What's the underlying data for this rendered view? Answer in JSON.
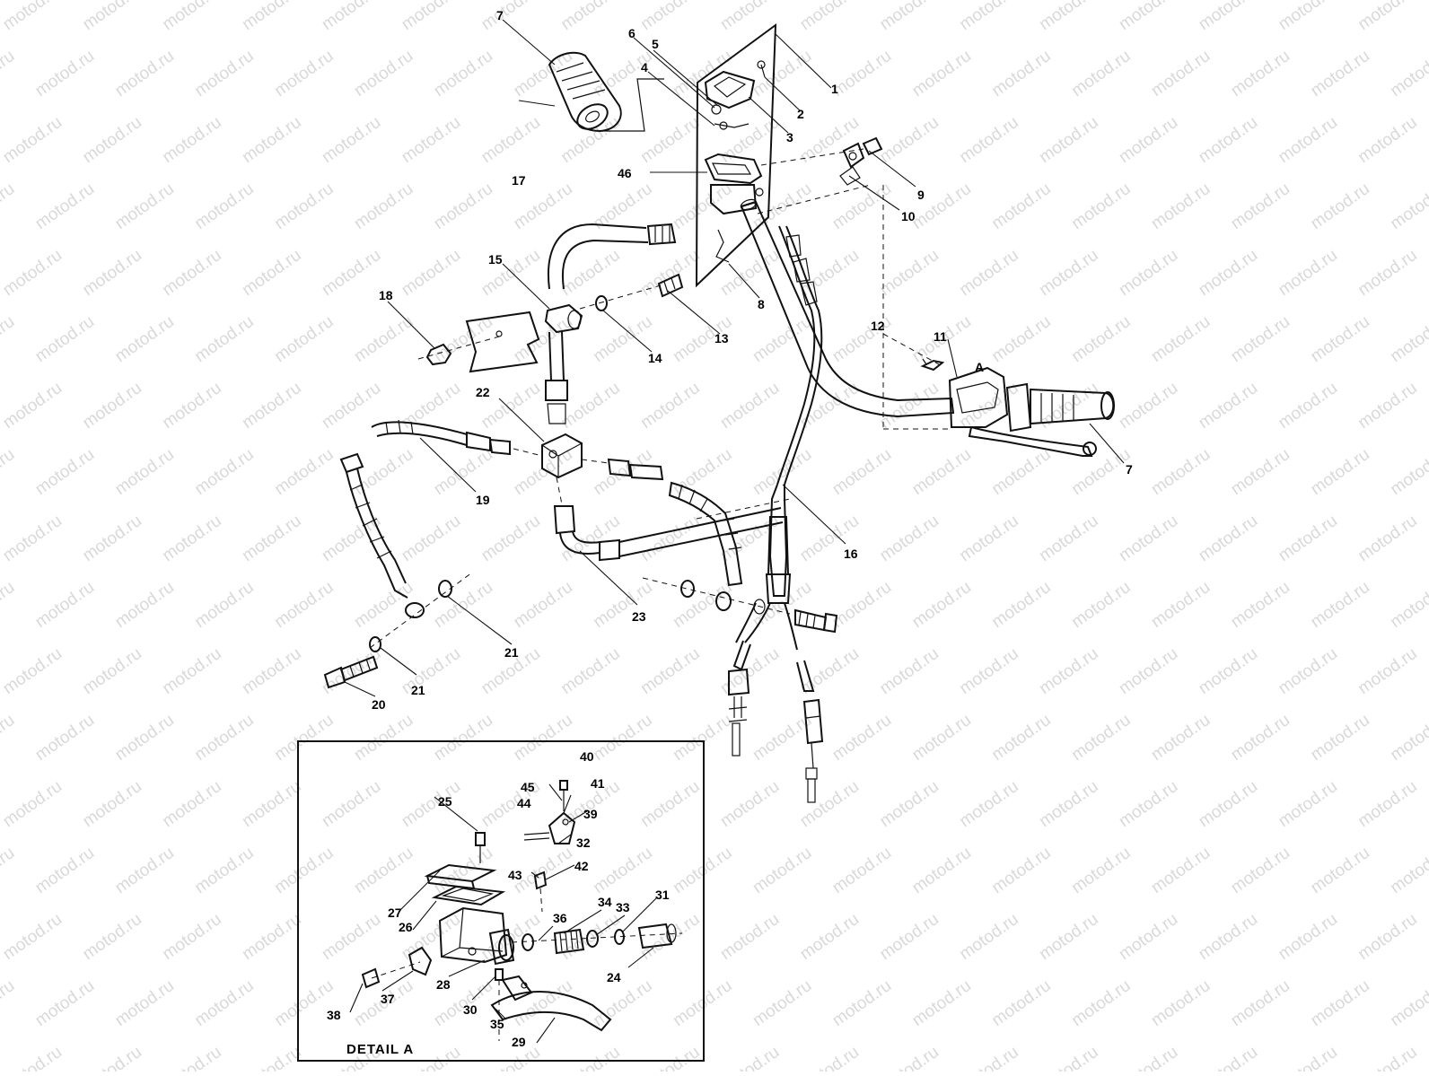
{
  "watermark": {
    "text": "motod.ru"
  },
  "detail": {
    "title": "DETAIL A",
    "marker": "A"
  },
  "callouts": [
    {
      "id": "c1",
      "num": "1"
    },
    {
      "id": "c2",
      "num": "2"
    },
    {
      "id": "c3",
      "num": "3"
    },
    {
      "id": "c4",
      "num": "4"
    },
    {
      "id": "c5",
      "num": "5"
    },
    {
      "id": "c6",
      "num": "6"
    },
    {
      "id": "c7a",
      "num": "7"
    },
    {
      "id": "c7b",
      "num": "7"
    },
    {
      "id": "c8",
      "num": "8"
    },
    {
      "id": "c9",
      "num": "9"
    },
    {
      "id": "c10",
      "num": "10"
    },
    {
      "id": "c11",
      "num": "11"
    },
    {
      "id": "c12",
      "num": "12"
    },
    {
      "id": "c13",
      "num": "13"
    },
    {
      "id": "c14",
      "num": "14"
    },
    {
      "id": "c15",
      "num": "15"
    },
    {
      "id": "c16",
      "num": "16"
    },
    {
      "id": "c17",
      "num": "17"
    },
    {
      "id": "c18",
      "num": "18"
    },
    {
      "id": "c19",
      "num": "19"
    },
    {
      "id": "c20",
      "num": "20"
    },
    {
      "id": "c21a",
      "num": "21"
    },
    {
      "id": "c21b",
      "num": "21"
    },
    {
      "id": "c22",
      "num": "22"
    },
    {
      "id": "c23",
      "num": "23"
    },
    {
      "id": "c46",
      "num": "46"
    },
    {
      "id": "c24",
      "num": "24"
    },
    {
      "id": "c25",
      "num": "25"
    },
    {
      "id": "c26",
      "num": "26"
    },
    {
      "id": "c27",
      "num": "27"
    },
    {
      "id": "c28",
      "num": "28"
    },
    {
      "id": "c29",
      "num": "29"
    },
    {
      "id": "c30",
      "num": "30"
    },
    {
      "id": "c31",
      "num": "31"
    },
    {
      "id": "c32",
      "num": "32"
    },
    {
      "id": "c33",
      "num": "33"
    },
    {
      "id": "c34",
      "num": "34"
    },
    {
      "id": "c35",
      "num": "35"
    },
    {
      "id": "c36",
      "num": "36"
    },
    {
      "id": "c37",
      "num": "37"
    },
    {
      "id": "c38",
      "num": "38"
    },
    {
      "id": "c39",
      "num": "39"
    },
    {
      "id": "c40",
      "num": "40"
    },
    {
      "id": "c41",
      "num": "41"
    },
    {
      "id": "c42",
      "num": "42"
    },
    {
      "id": "c43",
      "num": "43"
    },
    {
      "id": "c44",
      "num": "44"
    },
    {
      "id": "c45",
      "num": "45"
    }
  ]
}
